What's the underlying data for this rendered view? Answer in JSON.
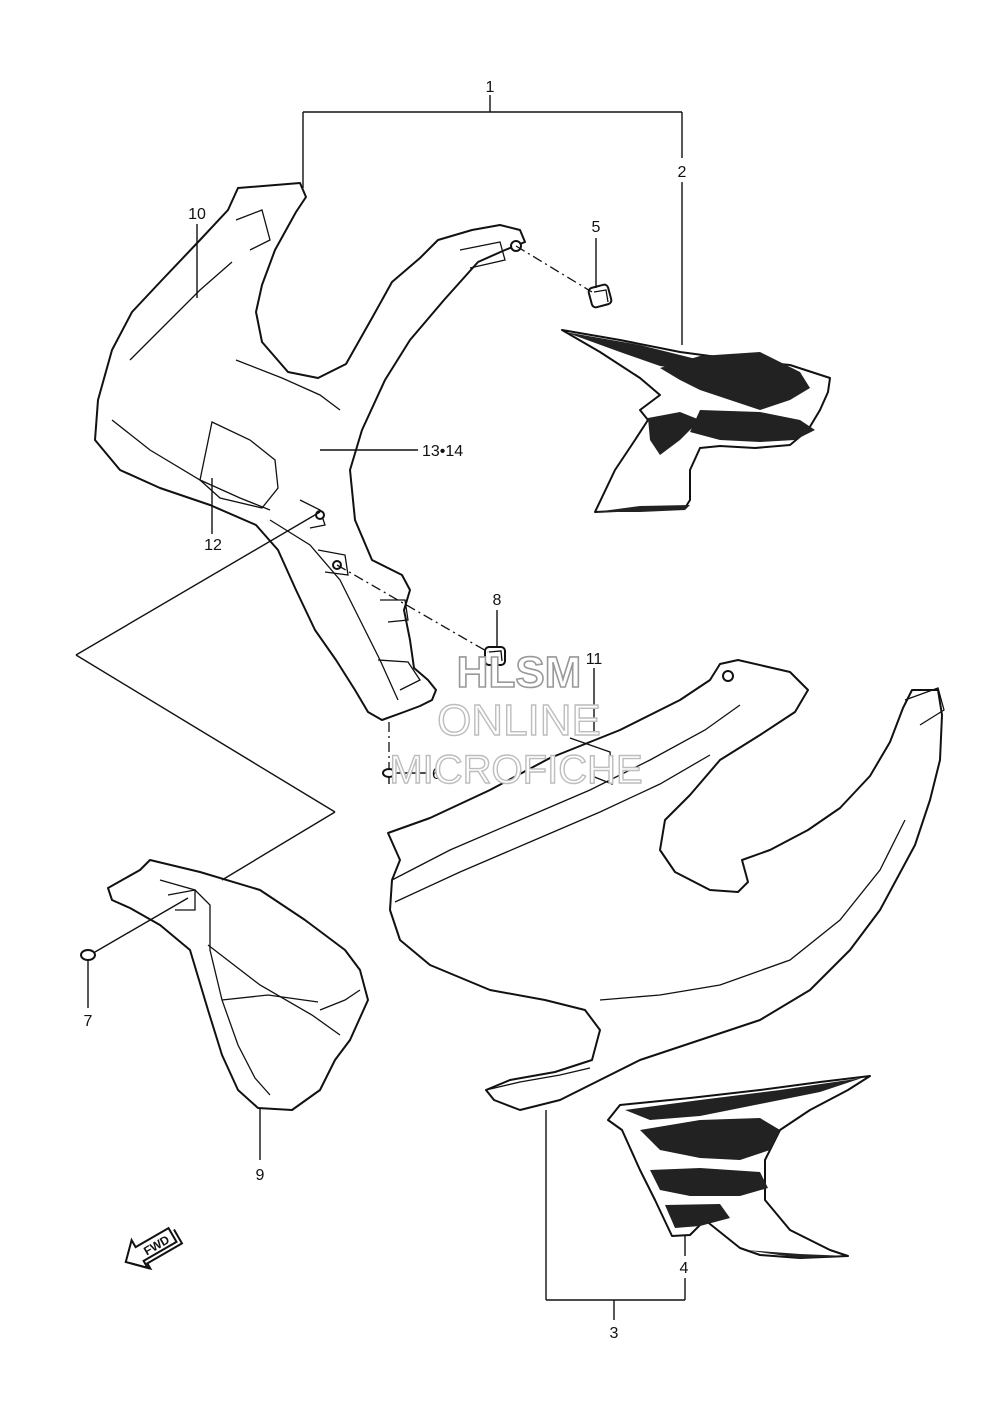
{
  "watermark": {
    "line1": "HLSM",
    "line2": "ONLINE",
    "line3": "MICROFICHE"
  },
  "labels": {
    "p1": "1",
    "p2": "2",
    "p3": "3",
    "p4": "4",
    "p5": "5",
    "p6": "6",
    "p7": "7",
    "p8": "8",
    "p9": "9",
    "p10": "10",
    "p11": "11",
    "p12": "12",
    "p13_14": "13•14"
  },
  "fwd_arrow": {
    "text": "FWD"
  }
}
